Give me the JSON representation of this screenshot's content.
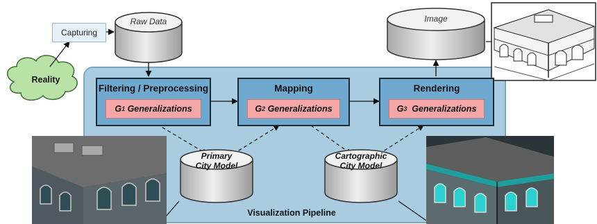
{
  "nodes": {
    "raw_data": "Raw Data",
    "capturing": "Capturing",
    "reality": "Reality",
    "image": "Image",
    "primary_model_line1": "Primary",
    "primary_model_line2": "City Model",
    "cartographic_model_line1": "Cartographic",
    "cartographic_model_line2": "City Model"
  },
  "pipeline": {
    "label": "Visualization Pipeline",
    "stages": [
      {
        "title": "Filtering / Preprocessing",
        "gen_prefix": "G",
        "gen_sub": "1",
        "gen_suffix": " Generalizations"
      },
      {
        "title": "Mapping",
        "gen_prefix": "G",
        "gen_sub": "2",
        "gen_suffix": " Generalizations"
      },
      {
        "title": "Rendering",
        "gen_prefix": "G",
        "gen_sub": "3",
        "gen_suffix": "  Generalizations"
      }
    ]
  },
  "colors": {
    "pipeline_background": "#a9cce0",
    "stage_fill": "#6fa9cf",
    "generalization_fill": "#f4a7a5",
    "reality_cloud": "#b9e3a6",
    "database_fill": "#d9d9d9"
  }
}
